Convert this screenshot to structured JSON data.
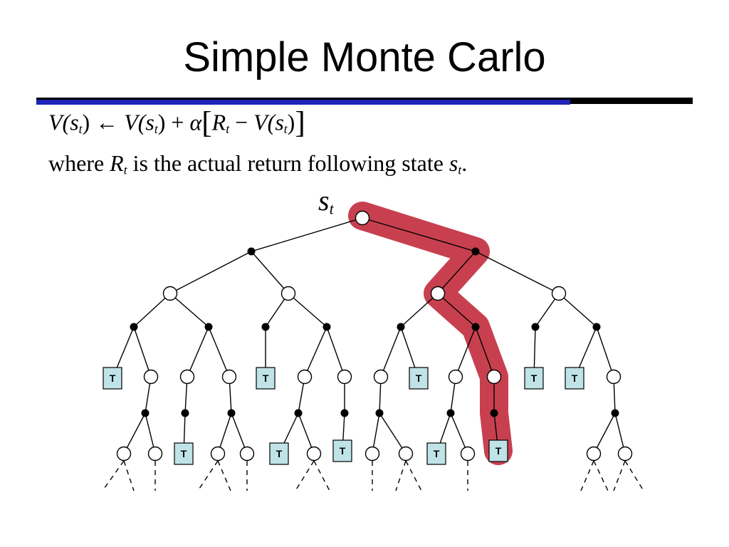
{
  "title": "Simple Monte Carlo",
  "equation": {
    "lhs": "V(s",
    "lhs_sub": "t",
    "lhs_close": ")",
    "arrow": " ← ",
    "rhs1": "V(s",
    "rhs1_sub": "t",
    "rhs1_close": ") + ",
    "alpha": "α",
    "bracket_open": "[",
    "r": "R",
    "r_sub": "t",
    "minus": " − ",
    "v2": "V(s",
    "v2_sub": "t",
    "v2_close": ")",
    "bracket_close": "]"
  },
  "where_line": {
    "p1": "where ",
    "r": "R",
    "r_sub": "t",
    "p2": " is the actual return following state ",
    "s": "s",
    "s_sub": "t",
    "p3": "."
  },
  "root_label": {
    "s": "s",
    "sub": "t"
  },
  "terminal_label": "T",
  "colors": {
    "highlight": "#c8404f",
    "terminal_fill": "#bfe3e6",
    "rule_blue": "#1f23b8",
    "rule_dark": "#000000"
  }
}
